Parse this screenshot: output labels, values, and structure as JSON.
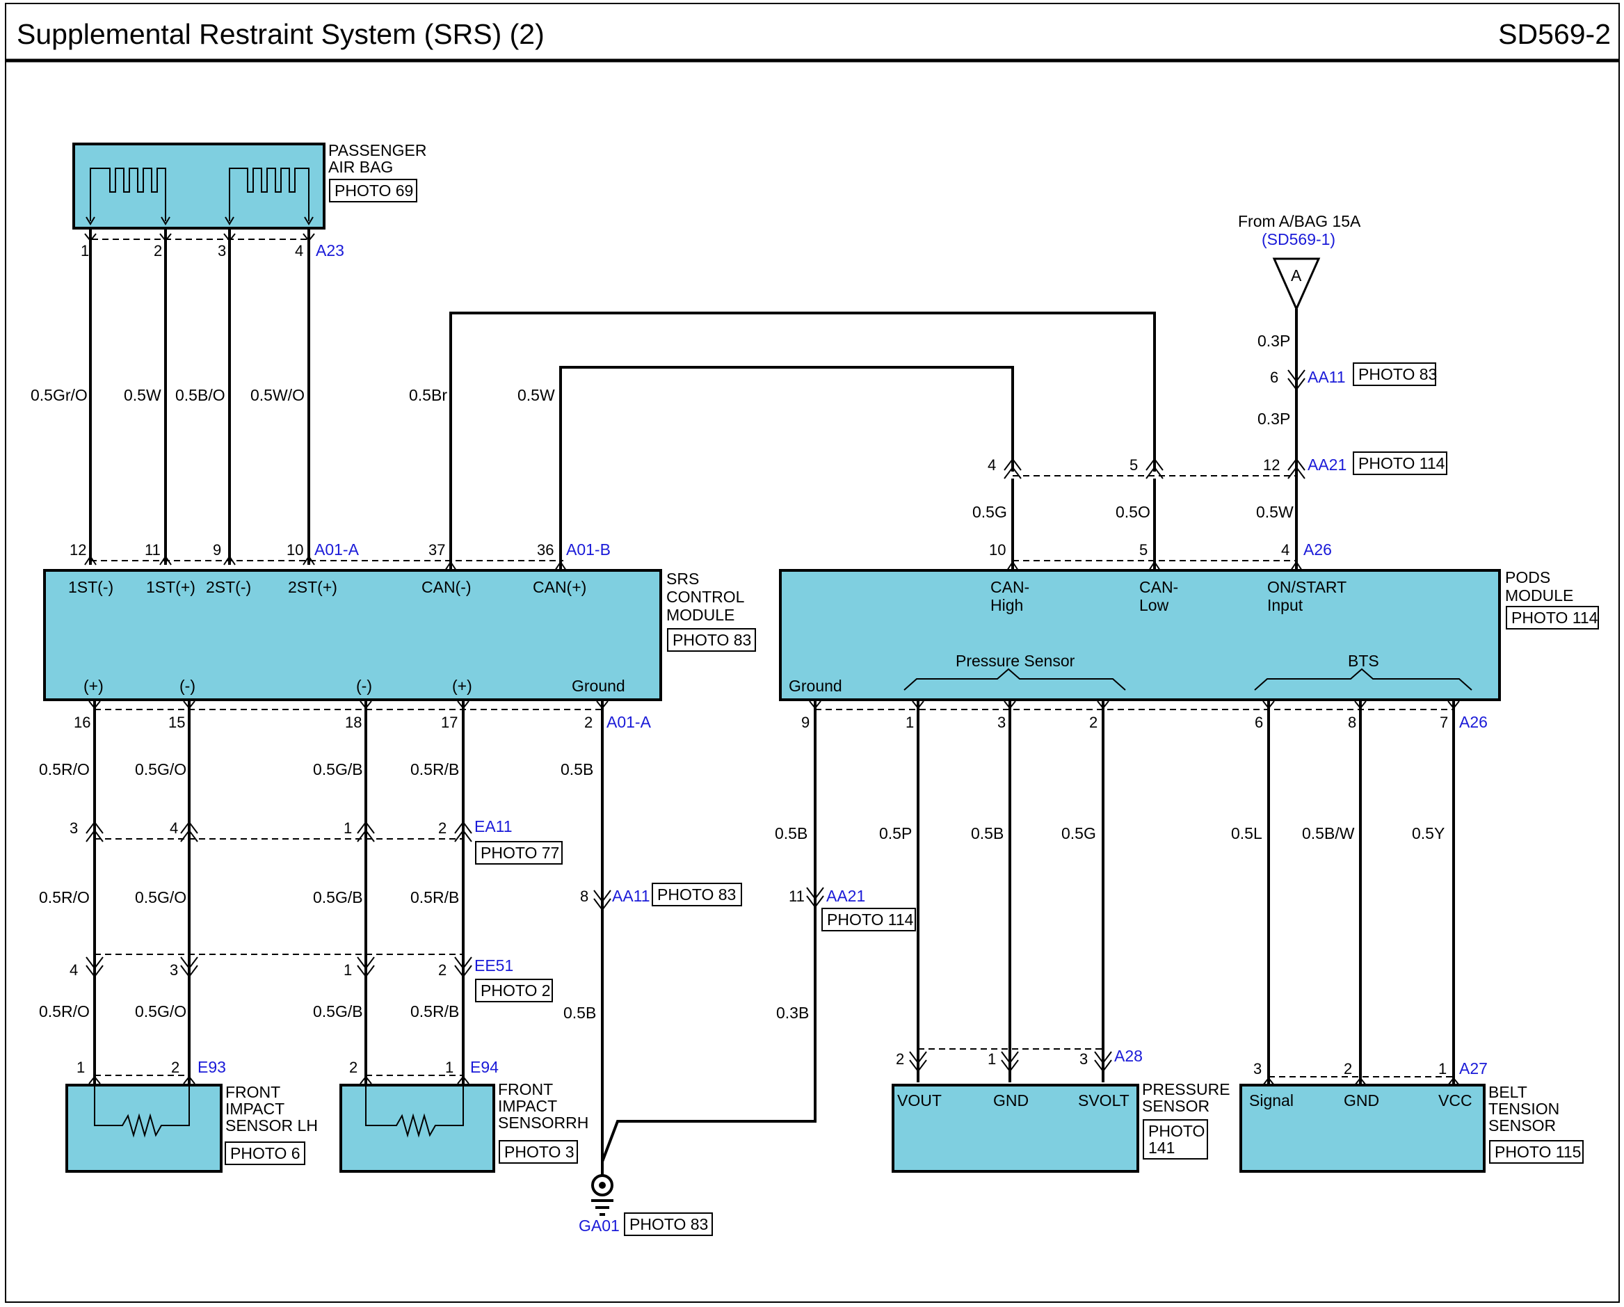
{
  "header": {
    "title": "Supplemental Restraint System (SRS) (2)",
    "code": "SD569-2"
  },
  "components": {
    "passenger_air_bag": {
      "name_line1": "PASSENGER",
      "name_line2": "AIR BAG",
      "photo": "PHOTO 69",
      "connector": "A23",
      "pins": [
        "1",
        "2",
        "3",
        "4"
      ]
    },
    "srs_module": {
      "name_line1": "SRS",
      "name_line2": "CONTROL",
      "name_line3": "MODULE",
      "photo": "PHOTO 83",
      "top_labels": [
        "1ST(-)",
        "1ST(+)",
        "2ST(-)",
        "2ST(+)",
        "CAN(-)",
        "CAN(+)"
      ],
      "bottom_labels": [
        "(+)",
        "(-)",
        "(-)",
        "(+)",
        "Ground"
      ],
      "top_pins": [
        "12",
        "11",
        "9",
        "10",
        "37",
        "36"
      ],
      "bottom_pins": [
        "16",
        "15",
        "18",
        "17",
        "2"
      ],
      "connector_top_a": "A01-A",
      "connector_top_b": "A01-B",
      "connector_bottom": "A01-A"
    },
    "pods_module": {
      "name_line1": "PODS",
      "name_line2": "MODULE",
      "photo": "PHOTO 114",
      "top_labels": [
        [
          "CAN-",
          "High"
        ],
        [
          "CAN-",
          "Low"
        ],
        [
          "ON/START",
          "Input"
        ]
      ],
      "top_pins": [
        "10",
        "5",
        "4"
      ],
      "connector_top": "A26",
      "group_pressure": "Pressure Sensor",
      "group_bts": "BTS",
      "ground_label": "Ground",
      "bottom_pins": [
        "9",
        "1",
        "3",
        "2",
        "6",
        "8",
        "7"
      ],
      "connector_bottom": "A26"
    },
    "front_lh": {
      "name_line1": "FRONT",
      "name_line2": "IMPACT",
      "name_line3": "SENSOR LH",
      "photo": "PHOTO 6",
      "connector": "E93",
      "pins": [
        "1",
        "2"
      ]
    },
    "front_rh": {
      "name_line1": "FRONT",
      "name_line2": "IMPACT",
      "name_line3": "SENSORRH",
      "photo": "PHOTO 3",
      "connector": "E94",
      "pins": [
        "2",
        "1"
      ]
    },
    "pressure_sensor": {
      "name_line1": "PRESSURE",
      "name_line2": "SENSOR",
      "photo_line1": "PHOTO",
      "photo_line2": "141",
      "connector": "A28",
      "labels": [
        "VOUT",
        "GND",
        "SVOLT"
      ],
      "pins": [
        "2",
        "1",
        "3"
      ]
    },
    "belt_tension": {
      "name_line1": "BELT",
      "name_line2": "TENSION",
      "name_line3": "SENSOR",
      "photo": "PHOTO 115",
      "connector": "A27",
      "labels": [
        "Signal",
        "GND",
        "VCC"
      ],
      "pins": [
        "3",
        "2",
        "1"
      ]
    },
    "ground": {
      "id": "GA01",
      "photo": "PHOTO 83"
    },
    "source": {
      "line1": "From A/BAG 15A",
      "ref": "(SD569-1)",
      "symbol": "A"
    }
  },
  "connectors": {
    "ea11": {
      "id": "EA11",
      "photo": "PHOTO 77",
      "pins": [
        "3",
        "4",
        "1",
        "2"
      ]
    },
    "ee51": {
      "id": "EE51",
      "photo": "PHOTO 2",
      "pins": [
        "4",
        "3",
        "1",
        "2"
      ]
    },
    "aa11_srs": {
      "id": "AA11",
      "photo": "PHOTO 83",
      "pin": "8"
    },
    "aa21_gnd": {
      "id": "AA21",
      "photo": "PHOTO 114",
      "pin": "11"
    },
    "aa11_top": {
      "id": "AA11",
      "photo": "PHOTO 83",
      "pin": "6"
    },
    "aa21_top": {
      "id": "AA21",
      "photo": "PHOTO 114",
      "pins": [
        "4",
        "5",
        "12"
      ]
    }
  },
  "wires": {
    "airbag": [
      "0.5Gr/O",
      "0.5W",
      "0.5B/O",
      "0.5W/O"
    ],
    "can": [
      "0.5Br",
      "0.5W"
    ],
    "source": [
      "0.3P",
      "0.3P",
      "0.5W"
    ],
    "pods_can": [
      "0.5G",
      "0.5O"
    ],
    "sensors_upper": [
      "0.5R/O",
      "0.5G/O",
      "0.5G/B",
      "0.5R/B"
    ],
    "sensors_mid": [
      "0.5R/O",
      "0.5G/O",
      "0.5G/B",
      "0.5R/B"
    ],
    "sensors_lower": [
      "0.5R/O",
      "0.5G/O",
      "0.5G/B",
      "0.5R/B"
    ],
    "srs_ground": [
      "0.5B",
      "0.5B"
    ],
    "pods_ground": [
      "0.5B",
      "0.3B"
    ],
    "pods_bottom": [
      "0.5P",
      "0.5B",
      "0.5G",
      "0.5L",
      "0.5B/W",
      "0.5Y"
    ]
  }
}
